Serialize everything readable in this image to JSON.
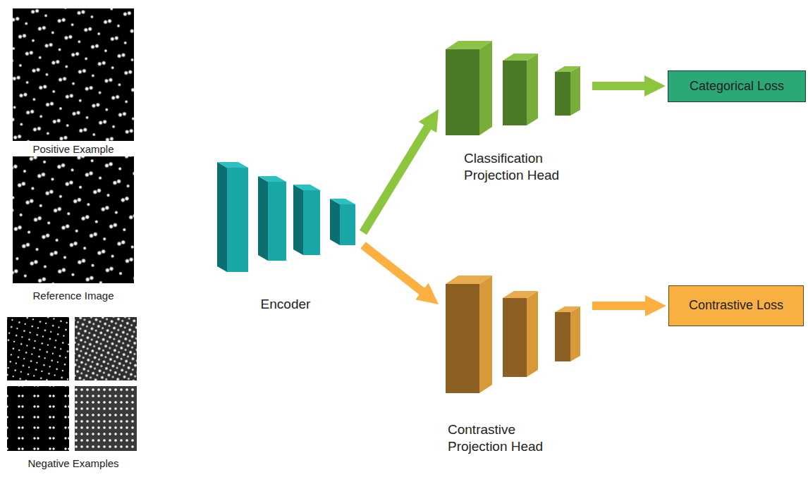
{
  "diagram": {
    "nodes": [
      {
        "text": [
          "Encoder"
        ]
      },
      {
        "text": [
          "Classification Projection Head"
        ]
      },
      {
        "text": [
          "Categorical Loss"
        ]
      },
      {
        "text": [
          "Contrastive Projection Head"
        ]
      },
      {
        "text": [
          "Contrastive Loss"
        ]
      }
    ],
    "edges": [
      {
        "from": 0,
        "to": 1,
        "arrow": "to"
      },
      {
        "from": 1,
        "to": 2,
        "arrow": "to"
      },
      {
        "from": 0,
        "to": 3,
        "arrow": "to"
      },
      {
        "from": 3,
        "to": 4,
        "arrow": "to"
      }
    ],
    "labels": [
      "Positive Example",
      "Reference Image",
      "Negative Examples"
    ]
  }
}
